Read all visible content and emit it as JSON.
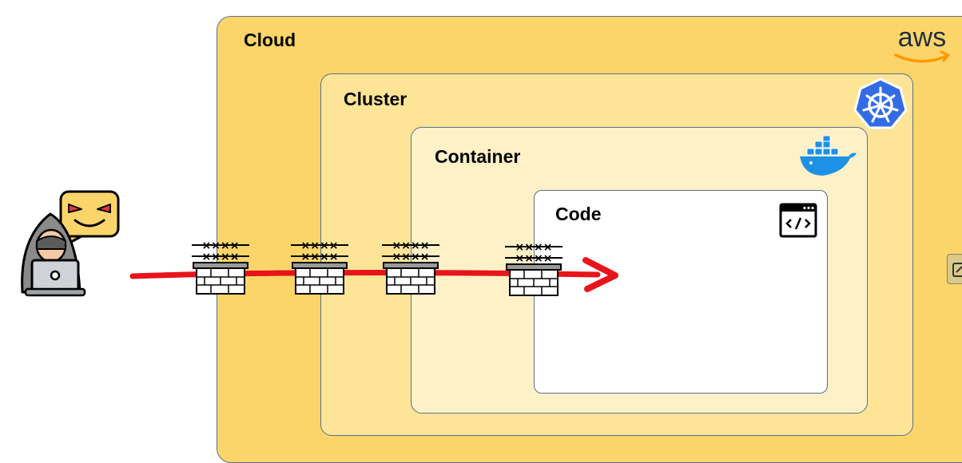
{
  "layers": {
    "cloud": {
      "title": "Cloud",
      "logo_text": "aws"
    },
    "cluster": {
      "title": "Cluster"
    },
    "container": {
      "title": "Container"
    },
    "code": {
      "title": "Code"
    }
  },
  "icons": {
    "cloud_logo": "aws-logo",
    "cluster": "kubernetes-icon",
    "container": "docker-icon",
    "code": "code-window-icon",
    "attacker": "hacker-icon",
    "barrier": "firewall-icon"
  },
  "attack_path": {
    "firewall_count": 4,
    "color": "#e8141a"
  },
  "colors": {
    "cloud": "#fcd56a",
    "cluster": "#fde497",
    "container": "#fef1c8",
    "code": "#ffffff",
    "border": "#5b6f8a",
    "kubernetes": "#326ce5",
    "docker": "#1d91e6",
    "aws_smile": "#ff9900"
  }
}
